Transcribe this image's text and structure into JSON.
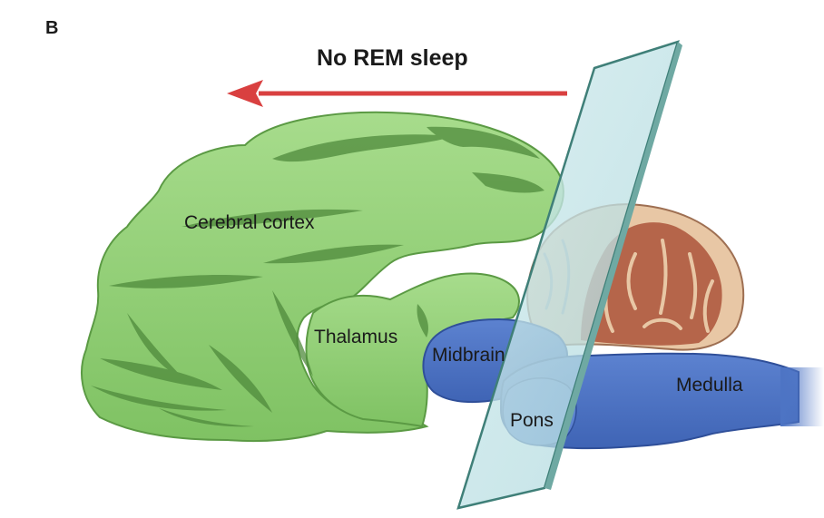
{
  "panel_letter": "B",
  "transection_label": "No REM sleep",
  "regions": {
    "cortex": "Cerebral cortex",
    "thalamus": "Thalamus",
    "midbrain": "Midbrain",
    "pons": "Pons",
    "medulla": "Medulla"
  },
  "icons": {
    "arrow": "left-arrow-icon",
    "plane": "transection-plane-icon"
  },
  "colors": {
    "forebrain": "#8fcf73",
    "forebrain_dark": "#4e8a3a",
    "brainstem": "#4d74c4",
    "brainstem_dark": "#2f4f99",
    "cerebellum": "#b5654a",
    "cerebellum_light": "#e8c7a5",
    "arrow": "#d94040",
    "plane": "#bfe2e6",
    "plane_edge": "#3f7f78"
  }
}
